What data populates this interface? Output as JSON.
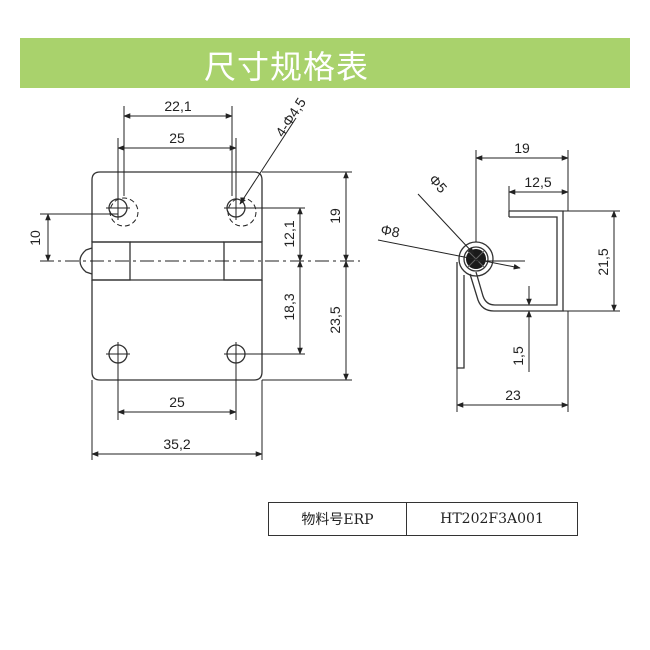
{
  "banner": {
    "title": "尺寸规格表",
    "color": "#a9d26c"
  },
  "front_view": {
    "dims": {
      "hole_spacing_top": "22,1",
      "top_width": "25",
      "hole_callout": "4-Φ4,5",
      "left_offset": "10",
      "upper_hole_height": "12,1",
      "upper_leaf_height": "19",
      "lower_hole_height": "18,3",
      "lower_leaf_height": "23,5",
      "bottom_hole_spacing": "25",
      "overall_width": "35,2"
    }
  },
  "side_view": {
    "dims": {
      "width_top": "19",
      "flange_width": "12,5",
      "pin_diameter": "Φ5",
      "knuckle_diameter": "Φ8",
      "height": "21,5",
      "thickness": "1,5",
      "overall_width": "23"
    }
  },
  "erp": {
    "label": "物料号ERP",
    "value": "HT202F3A001"
  }
}
